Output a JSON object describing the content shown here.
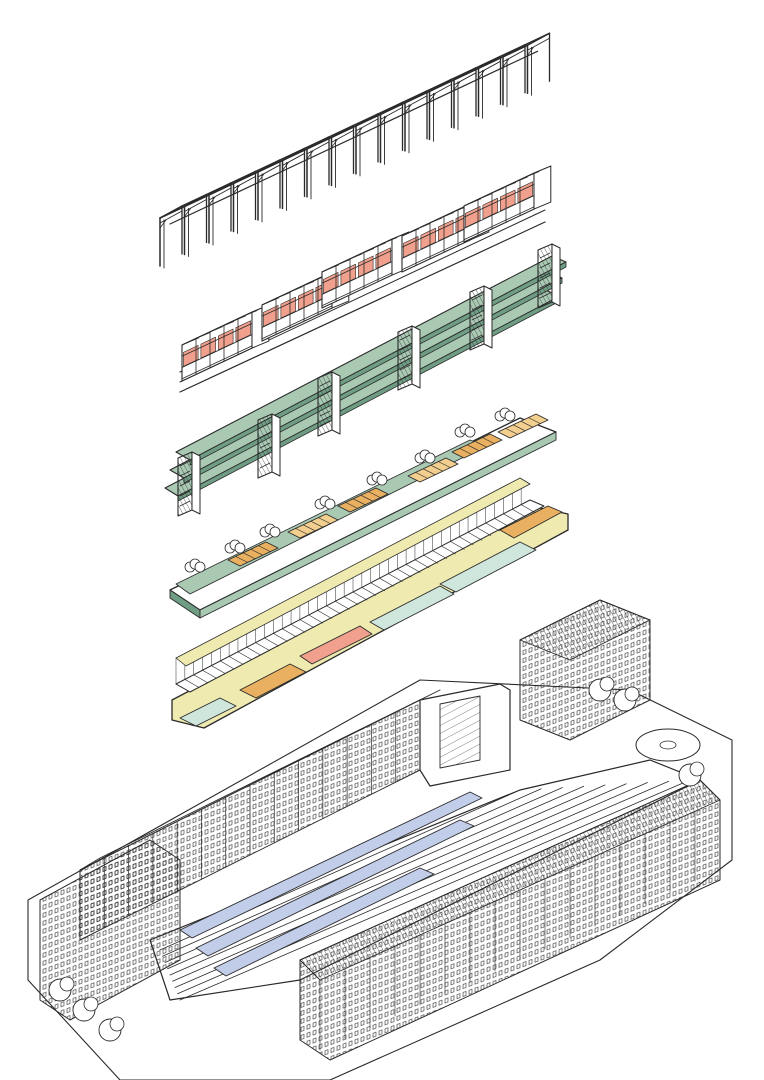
{
  "colors": {
    "ink": "#2a2a2a",
    "roof_red": "#f0a08c",
    "roof_red_dark": "#d97a68",
    "walkway_green": "#a9c9b3",
    "walkway_green_dark": "#6f9d83",
    "timber_orange": "#e8b060",
    "timber_light": "#f3cf8f",
    "pale_yellow": "#efeab0",
    "pale_mint": "#cfe6dc",
    "platform_blue": "#c2cdea",
    "paper": "#ffffff"
  },
  "layers": [
    {
      "id": "steel-frame",
      "icon": "portal-frame-icon"
    },
    {
      "id": "modular-units",
      "icon": "modular-box-icon"
    },
    {
      "id": "elevated-walkways",
      "icon": "walkway-icon"
    },
    {
      "id": "roof-garden-deck",
      "icon": "garden-deck-icon"
    },
    {
      "id": "platform-deck",
      "icon": "deck-icon"
    },
    {
      "id": "station-site",
      "icon": "city-block-icon"
    }
  ]
}
